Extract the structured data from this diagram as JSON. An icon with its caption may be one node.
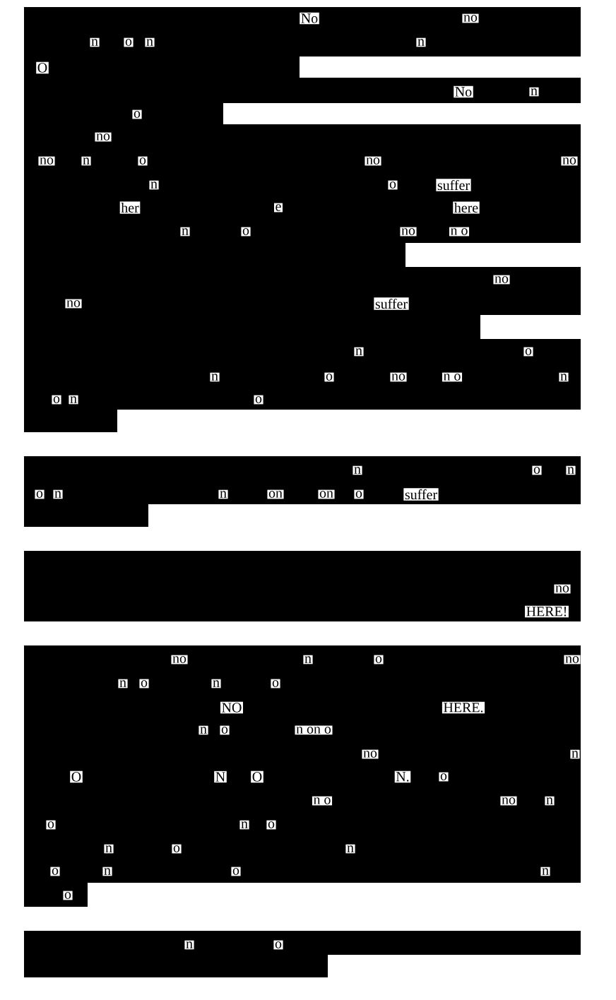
{
  "diagram": {
    "labels": [
      "No",
      "no",
      "n",
      "o",
      "n",
      "n",
      "O",
      "No",
      "n",
      "o",
      "no",
      "no",
      "n",
      "o",
      "no",
      "no",
      "n",
      "o",
      "suffer",
      "her",
      "e",
      "here",
      "n",
      "o",
      "no",
      "n o",
      "no",
      "no",
      "suffer",
      "n",
      "o",
      "n",
      "o",
      "no",
      "n o",
      "n",
      "o",
      "n",
      "o",
      "n",
      "o",
      "n",
      "o",
      "n",
      "n",
      "on",
      "on",
      "o",
      "suffer",
      "no",
      "HERE!",
      "no",
      "n",
      "o",
      "no",
      "n",
      "o",
      "n",
      "o",
      "NO",
      "HERE.",
      "n",
      "o",
      "n on o",
      "no",
      "n",
      "O",
      "N",
      "O",
      "N.",
      "o",
      "n o",
      "no",
      "n",
      "o",
      "n",
      "o",
      "n",
      "o",
      "n",
      "o",
      "n",
      "o",
      "n",
      "o",
      "n",
      "o"
    ]
  }
}
